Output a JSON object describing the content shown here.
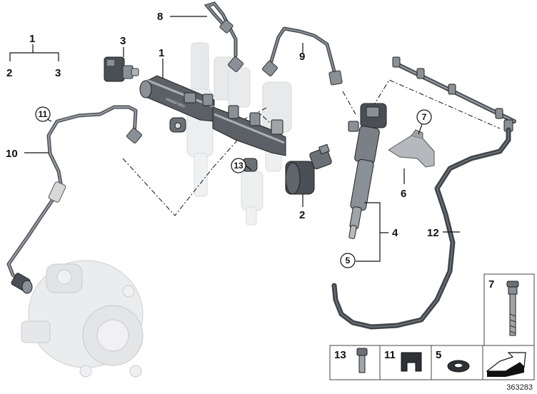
{
  "callouts": {
    "c1_top": "1",
    "c2_left": "2",
    "c3_left": "3",
    "c3_sensor": "3",
    "c1_rail": "1",
    "c8": "8",
    "c9": "9",
    "c11": "11",
    "c10": "10",
    "c13": "13",
    "c2_valve": "2",
    "c7": "7",
    "c6": "6",
    "c4": "4",
    "c5": "5",
    "c12": "12"
  },
  "legend": {
    "p7": "7",
    "p13": "13",
    "p11": "11",
    "p5": "5"
  },
  "rail_label": "HANSFORD",
  "ref_number": "363283",
  "colors": {
    "line": "#111111",
    "part_dark": "#4a4f55",
    "part_mid": "#8a9097",
    "part_light": "#c9ccd0",
    "ghost": "#d6d8da"
  }
}
